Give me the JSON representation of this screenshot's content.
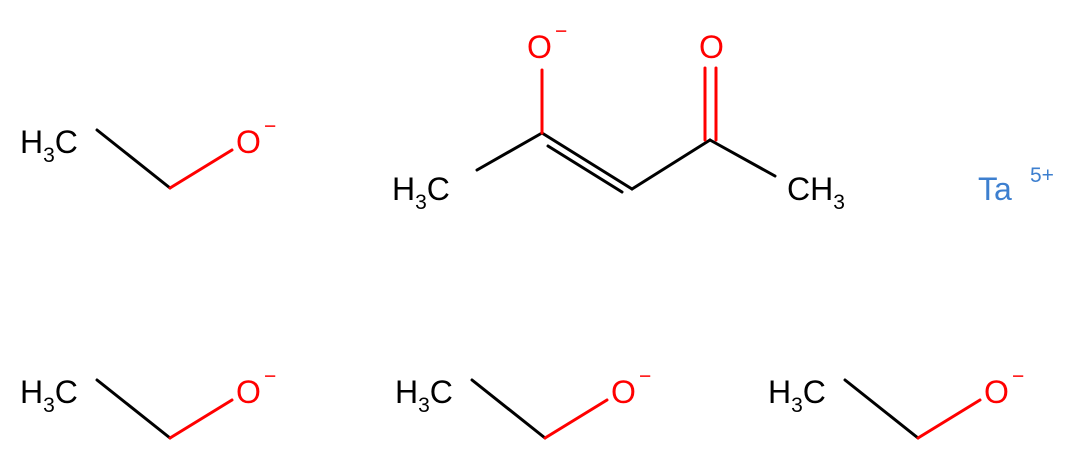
{
  "colors": {
    "carbon": "#000000",
    "oxygen": "#ff0000",
    "metal": "#3d7fcf"
  },
  "atoms": {
    "h": "H",
    "c": "C",
    "o": "O",
    "sub3": "3",
    "minus": "−"
  },
  "metal": {
    "symbol": "Ta",
    "charge": "5+"
  }
}
